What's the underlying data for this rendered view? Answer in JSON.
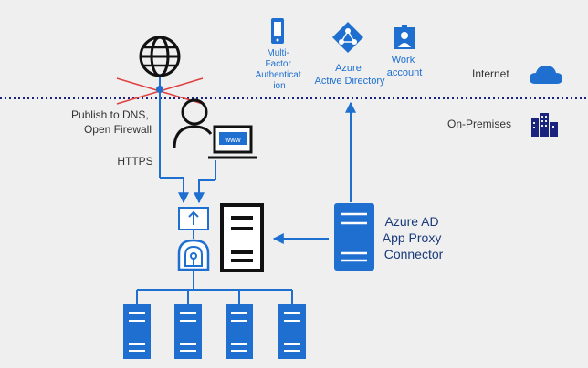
{
  "colors": {
    "background": "#efefef",
    "accent": "#1e6fd0",
    "dark": "#111111",
    "cross": "#e04040",
    "label": "#333333",
    "cloud": "#1e6fd0"
  },
  "labels": {
    "mfa": [
      "Multi-",
      "Factor",
      "Authenticat",
      "ion"
    ],
    "azure_ad": [
      "Azure",
      "Active Directory"
    ],
    "work_account": [
      "Work",
      "account"
    ],
    "internet": "Internet",
    "on_premises": "On-Premises",
    "publish_dns": [
      "Publish to DNS,",
      "Open Firewall"
    ],
    "https": "HTTPS",
    "connector": [
      "Azure AD",
      "App Proxy",
      "Connector"
    ],
    "laptop_screen": "www"
  },
  "icons": [
    "globe-icon",
    "phone-icon",
    "azure-ad-icon",
    "work-account-icon",
    "cloud-icon",
    "buildings-icon",
    "user-icon",
    "laptop-icon",
    "upload-box-icon",
    "load-balancer-icon",
    "server-icon"
  ]
}
